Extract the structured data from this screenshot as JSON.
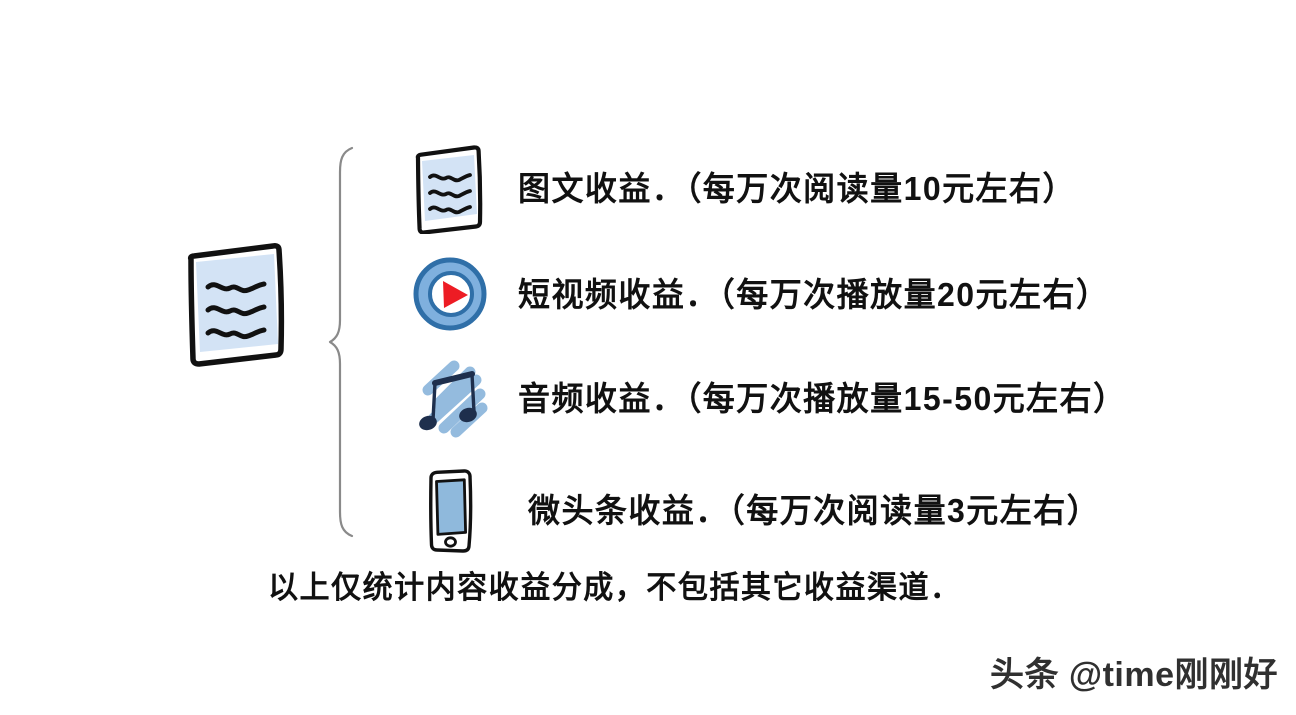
{
  "background_color": "#ffffff",
  "colors": {
    "ink": "#111111",
    "doc_fill": "#cfe0f3",
    "doc_fill_light": "#d7e6f7",
    "blue_ring": "#7fb0de",
    "blue_ring_dark": "#2f6fa8",
    "blue_brush": "#8fb8dd",
    "note_ink": "#1e2f4d",
    "play_red": "#ed1c24",
    "phone_screen": "#8fb9dc",
    "brace_gray": "#8a8a8a"
  },
  "diagram": {
    "source": {
      "icon": "document-icon",
      "label": ""
    },
    "connector": {
      "icon": "curly-brace"
    },
    "rows": [
      {
        "icon": "document-icon",
        "label": "图文收益．（每万次阅读量10元左右）",
        "channel": "图文收益",
        "rate": "每万次阅读量10元左右"
      },
      {
        "icon": "play-circle-icon",
        "label": "短视频收益．（每万次播放量20元左右）",
        "channel": "短视频收益",
        "rate": "每万次播放量20元左右"
      },
      {
        "icon": "music-note-icon",
        "label": "音频收益．（每万次播放量15-50元左右）",
        "channel": "音频收益",
        "rate": "每万次播放量15-50元左右"
      },
      {
        "icon": "mobile-phone-icon",
        "label": "微头条收益．（每万次阅读量3元左右）",
        "channel": "微头条收益",
        "rate": "每万次阅读量3元左右"
      }
    ]
  },
  "footnote": {
    "text": "以上仅统计内容收益分成，不包括其它收益渠道．"
  },
  "watermark": {
    "text": "头条 @time刚刚好"
  }
}
